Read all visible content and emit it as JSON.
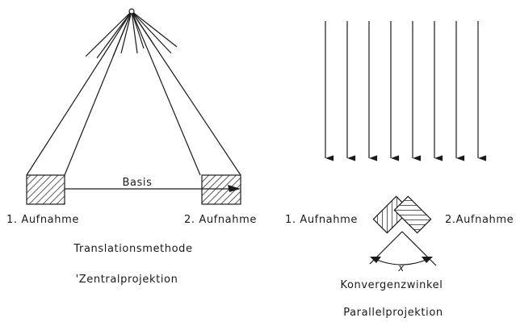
{
  "central": {
    "basis_label": "Basis",
    "left_caption": "1. Aufnahme",
    "right_caption": "2. Aufnahme",
    "method": "Translationsmethode",
    "projection": "'Zentralprojektion"
  },
  "parallel": {
    "left_caption": "1. Aufnahme",
    "right_caption": "2.Aufnahme",
    "angle_symbol": "x",
    "angle_name": "Konvergenzwinkel",
    "projection": "Parallelprojektion"
  },
  "colors": {
    "ink": "#1a1a1a",
    "background": "#ffffff"
  }
}
